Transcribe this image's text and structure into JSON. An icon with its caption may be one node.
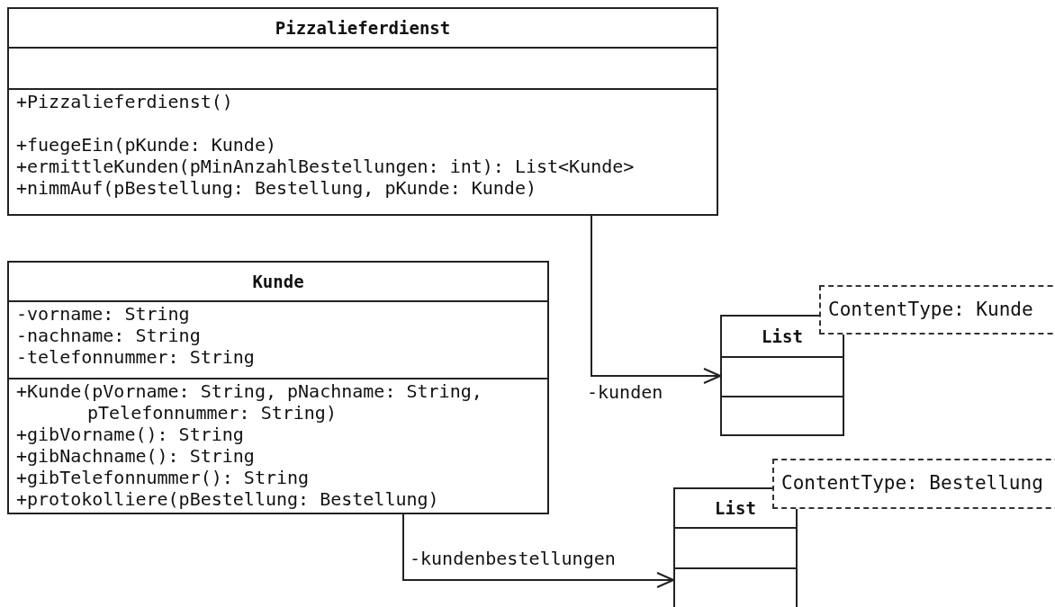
{
  "diagram": {
    "nodes": [
      {
        "text": [
          "Pizzalieferdienst",
          "+Pizzalieferdienst()",
          "+fuegeEin(pKunde: Kunde)",
          "+ermittleKunden(pMinAnzahlBestellungen: int): List<Kunde>",
          "+nimmAuf(pBestellung: Bestellung, pKunde: Kunde)"
        ]
      },
      {
        "text": [
          "Kunde",
          "-vorname: String",
          "-nachname: String",
          "-telefonnummer: String",
          "+Kunde(pVorname: String, pNachname: String, pTelefonnummer: String)",
          "+gibVorname(): String",
          "+gibNachname(): String",
          "+gibTelefonnummer(): String",
          "+protokolliere(pBestellung: Bestellung)"
        ]
      },
      {
        "text": [
          "List"
        ]
      },
      {
        "text": [
          "ContentType: Kunde"
        ]
      },
      {
        "text": [
          "List"
        ]
      },
      {
        "text": [
          "ContentType: Bestellung"
        ]
      }
    ],
    "edges": [
      {
        "from": 0,
        "to": 2,
        "arrow": "to",
        "label": "-kunden"
      },
      {
        "from": 1,
        "to": 4,
        "arrow": "to",
        "label": "-kundenbestellungen"
      }
    ]
  }
}
